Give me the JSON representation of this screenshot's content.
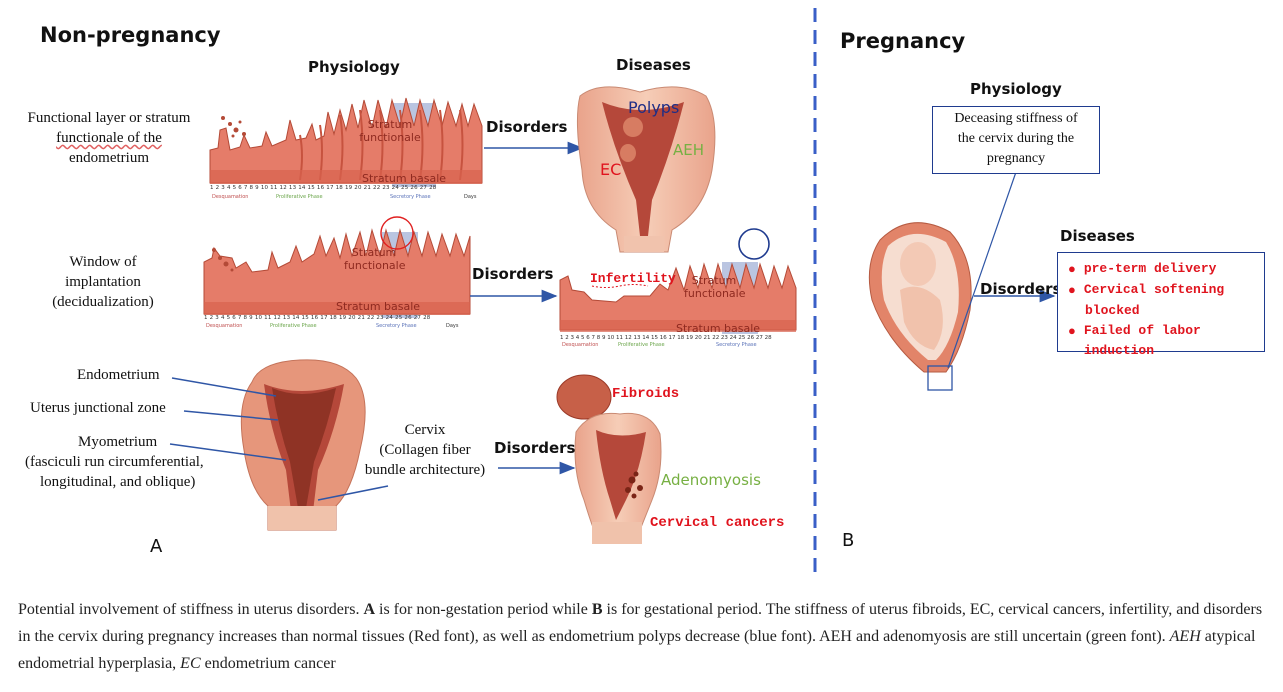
{
  "panel_a": {
    "title": "Non-pregnancy",
    "letter": "A",
    "physiology_heading": "Physiology",
    "diseases_heading": "Diseases",
    "row1": {
      "label": "Functional layer or stratum functionale of the endometrium",
      "label_lines": [
        "Functional layer or stratum",
        "functionale of the",
        "endometrium"
      ],
      "disorders": "Disorders",
      "diseases": {
        "polyps": "Polyps",
        "aeh": "AEH",
        "ec": "EC"
      }
    },
    "row2": {
      "label_lines": [
        "Window of",
        "implantation",
        "(decidualization)"
      ],
      "disorders": "Disorders",
      "infertility": "Infertility"
    },
    "row3": {
      "labels": {
        "endometrium": "Endometrium",
        "junctional": "Uterus junctional zone",
        "myometrium": "Myometrium",
        "myo_detail_1": "(fasciculi run circumferential,",
        "myo_detail_2": "longitudinal, and oblique)",
        "cervix_1": "Cervix",
        "cervix_2": "(Collagen fiber",
        "cervix_3": "bundle architecture)"
      },
      "disorders": "Disorders",
      "diseases": {
        "fibroids": "Fibroids",
        "adenomyosis": "Adenomyosis",
        "cervical": "Cervical cancers"
      }
    },
    "strip": {
      "stratum_functionale_1": "Stratum",
      "stratum_functionale_2": "functionale",
      "stratum_basale": "Stratum basale",
      "days": [
        "1",
        "2",
        "3",
        "4",
        "5",
        "6",
        "7",
        "8",
        "9",
        "10",
        "11",
        "12",
        "13",
        "14",
        "15",
        "16",
        "17",
        "18",
        "19",
        "20",
        "21",
        "22",
        "23",
        "24",
        "25",
        "26",
        "27",
        "28"
      ],
      "days_label": "Days",
      "phase_desq": "Desquamation",
      "phase_prolif": "Proliferative Phase",
      "phase_secr": "Secretory Phase"
    }
  },
  "panel_b": {
    "title": "Pregnancy",
    "letter": "B",
    "physiology_heading": "Physiology",
    "physiology_box": [
      "Deceasing stiffness of",
      "the cervix during the",
      "pregnancy"
    ],
    "diseases_heading": "Diseases",
    "disorders": "Disorders",
    "diseases": [
      "pre-term delivery",
      "Cervical softening",
      "blocked",
      "Failed of labor induction"
    ]
  },
  "caption": {
    "p1": "Potential involvement of stiffness in uterus disorders. ",
    "a": "A",
    "p2": " is for non-gestation period while ",
    "b": "B",
    "p3": " is for gestational period. The stiffness of uterus fibroids, EC, cervical cancers, infertility, and disorders in the cervix during pregnancy increases than normal tissues (Red font), as well as endometrium polyps decrease (blue font). AEH and adenomyosis are still uncertain (green font). ",
    "aeh": "AEH",
    "p4": " atypical endometrial hyperplasia, ",
    "ec": "EC",
    "p5": " endometrium cancer"
  },
  "colors": {
    "tissue": "#e57c69",
    "tissue_dark": "#c7533f",
    "secretory_band": "#a9b7da",
    "arrow": "#2f56a6",
    "divider": "#3a5fc7",
    "red_text": "#e0141e",
    "blue_text": "#1f2e86",
    "green_text": "#77b043"
  }
}
